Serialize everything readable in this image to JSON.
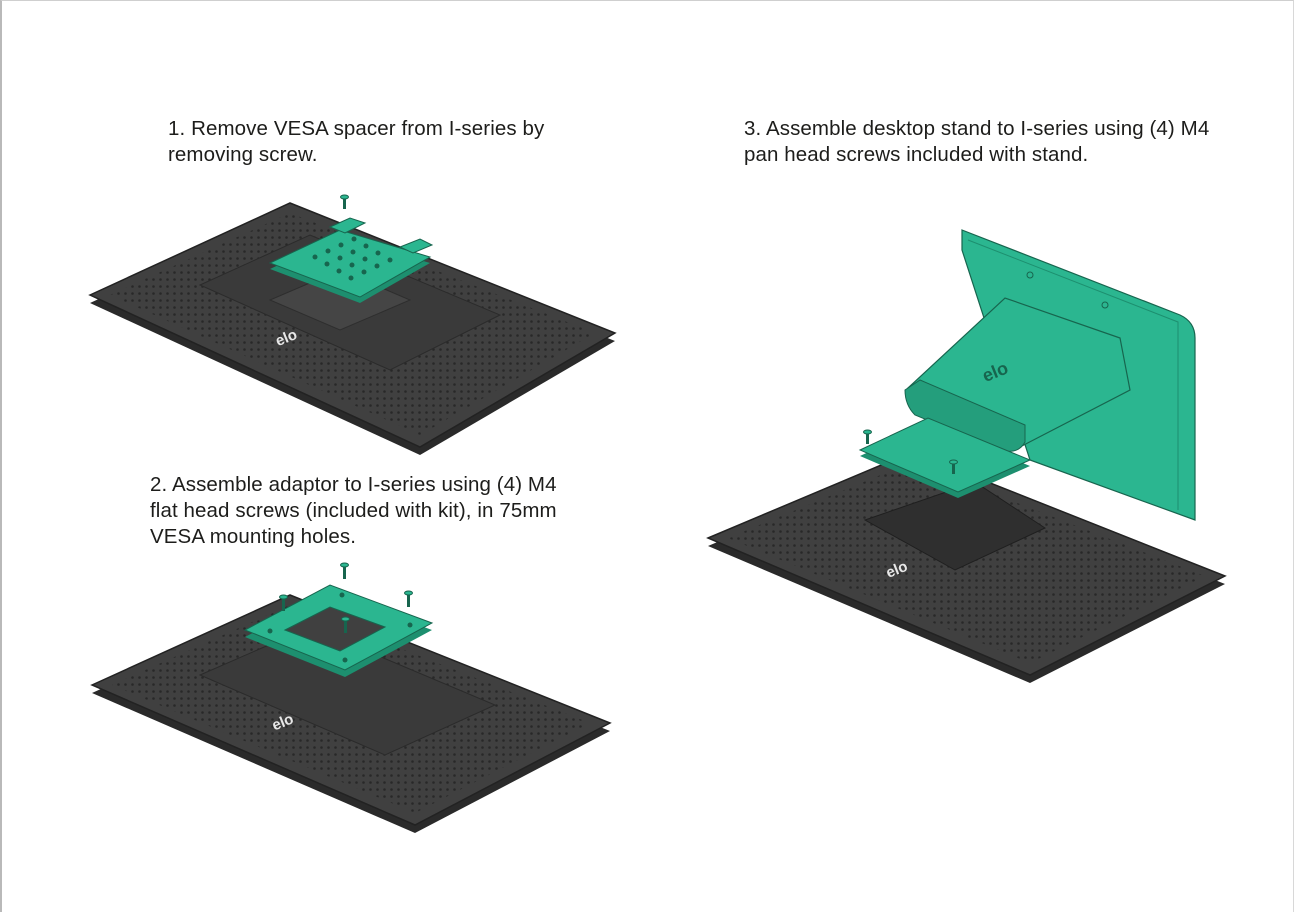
{
  "steps": [
    {
      "text": "1. Remove VESA spacer from I-series by\nremoving screw."
    },
    {
      "text": "2. Assemble adaptor to I-series using (4) M4\nflat head screws (included with kit), in 75mm\nVESA mounting holes."
    },
    {
      "text": "3. Assemble desktop stand to I-series using (4) M4\npan head screws included with stand."
    }
  ],
  "logo_text": "elo",
  "colors": {
    "device_body": "#3c3c3c",
    "device_edge": "#2a2a2a",
    "accent_green": "#2bb690",
    "green_dark": "#1d8f6f",
    "text": "#1d1d1b"
  }
}
